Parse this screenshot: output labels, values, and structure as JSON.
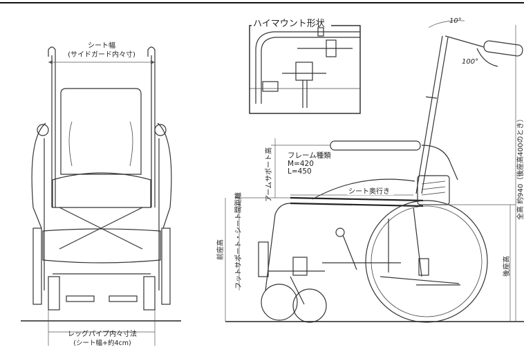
{
  "front_view": {
    "seat_width_title": "シート幅",
    "seat_width_note": "(サイドガード内々寸)",
    "leg_pipe_title": "レッグパイプ内々寸法",
    "leg_pipe_note": "(シート幅+約4cm)"
  },
  "inset": {
    "title": "ハイマウント形状"
  },
  "side_view": {
    "angle_recline": "10°",
    "angle_handle": "100°",
    "arm_support_height": "アームサポート高",
    "frame_type_title": "フレーム種類",
    "frame_m": "M=420",
    "frame_l": "L=450",
    "seat_depth": "シート奥行き",
    "footrest_distance": "フットサポート・シート間距離",
    "front_seat_height": "前座高",
    "total_height": "全高 約940（後座高400のとき）",
    "rear_seat_height": "後座高"
  }
}
